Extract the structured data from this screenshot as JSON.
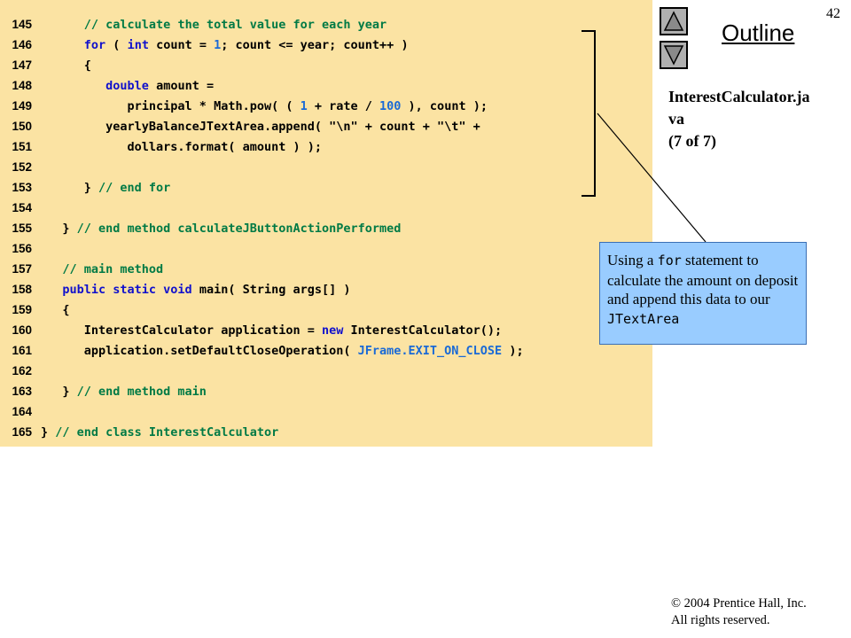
{
  "slide": {
    "page_number": "42",
    "outline_title": "Outline",
    "file_label_line1": "InterestCalculator.ja",
    "file_label_line2": "va",
    "file_label_line3": "(7 of 7)",
    "copyright_line1": "© 2004 Prentice Hall, Inc.",
    "copyright_line2": "All rights reserved."
  },
  "nav": {
    "up_icon": "triangle-up-icon",
    "down_icon": "triangle-down-icon"
  },
  "callout": {
    "text_before": "Using a ",
    "keyword": "for",
    "text_middle": " statement to calculate the amount on deposit and append this data to our ",
    "class_name": "JTextArea"
  },
  "code": {
    "lines": [
      {
        "num": "145",
        "tokens": [
          [
            "pl",
            "      "
          ],
          [
            "cm",
            "// calculate the total value for each year"
          ]
        ]
      },
      {
        "num": "146",
        "tokens": [
          [
            "pl",
            "      "
          ],
          [
            "kw",
            "for"
          ],
          [
            "pl",
            " ( "
          ],
          [
            "kw",
            "int"
          ],
          [
            "pl",
            " count = "
          ],
          [
            "nm",
            "1"
          ],
          [
            "pl",
            "; count <= year; count++ )"
          ]
        ]
      },
      {
        "num": "147",
        "tokens": [
          [
            "pl",
            "      {"
          ]
        ]
      },
      {
        "num": "148",
        "tokens": [
          [
            "pl",
            "         "
          ],
          [
            "kw",
            "double"
          ],
          [
            "pl",
            " amount ="
          ]
        ]
      },
      {
        "num": "149",
        "tokens": [
          [
            "pl",
            "            principal * Math.pow( ( "
          ],
          [
            "nm",
            "1"
          ],
          [
            "pl",
            " + rate / "
          ],
          [
            "nm",
            "100"
          ],
          [
            "pl",
            " ), count );"
          ]
        ]
      },
      {
        "num": "150",
        "tokens": [
          [
            "pl",
            "         yearlyBalanceJTextArea.append( "
          ],
          [
            "str",
            "\"\\n\""
          ],
          [
            "pl",
            " + count + "
          ],
          [
            "str",
            "\"\\t\""
          ],
          [
            "pl",
            " +"
          ]
        ]
      },
      {
        "num": "151",
        "tokens": [
          [
            "pl",
            "            dollars.format( amount ) );"
          ]
        ]
      },
      {
        "num": "152",
        "tokens": []
      },
      {
        "num": "153",
        "tokens": [
          [
            "pl",
            "      } "
          ],
          [
            "cm",
            "// end for"
          ]
        ]
      },
      {
        "num": "154",
        "tokens": []
      },
      {
        "num": "155",
        "tokens": [
          [
            "pl",
            "   } "
          ],
          [
            "cm",
            "// end method calculateJButtonActionPerformed"
          ]
        ]
      },
      {
        "num": "156",
        "tokens": []
      },
      {
        "num": "157",
        "tokens": [
          [
            "pl",
            "   "
          ],
          [
            "cm",
            "// main method"
          ]
        ]
      },
      {
        "num": "158",
        "tokens": [
          [
            "pl",
            "   "
          ],
          [
            "kw",
            "public static void"
          ],
          [
            "pl",
            " main( String args[] )"
          ]
        ]
      },
      {
        "num": "159",
        "tokens": [
          [
            "pl",
            "   {"
          ]
        ]
      },
      {
        "num": "160",
        "tokens": [
          [
            "pl",
            "      InterestCalculator application = "
          ],
          [
            "kw",
            "new"
          ],
          [
            "pl",
            " InterestCalculator();"
          ]
        ]
      },
      {
        "num": "161",
        "tokens": [
          [
            "pl",
            "      application.setDefaultCloseOperation( "
          ],
          [
            "cst",
            "JFrame.EXIT_ON_CLOSE"
          ],
          [
            "pl",
            " );"
          ]
        ]
      },
      {
        "num": "162",
        "tokens": []
      },
      {
        "num": "163",
        "tokens": [
          [
            "pl",
            "   } "
          ],
          [
            "cm",
            "// end method main"
          ]
        ]
      },
      {
        "num": "164",
        "tokens": []
      },
      {
        "num": "165",
        "tokens": [
          [
            "pl",
            "} "
          ],
          [
            "cm",
            "// end class InterestCalculator"
          ]
        ]
      }
    ]
  }
}
